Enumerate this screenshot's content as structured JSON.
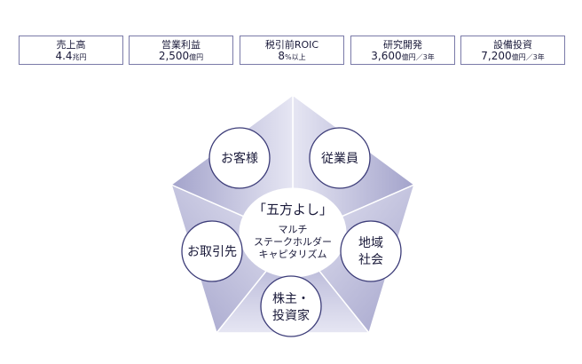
{
  "kpis": [
    {
      "label": "売上高",
      "value": "4.4",
      "unit": "兆円"
    },
    {
      "label": "営業利益",
      "value": "2,500",
      "unit": "億円"
    },
    {
      "label": "税引前ROIC",
      "value": "8",
      "unit": "%以上"
    },
    {
      "label": "研究開発",
      "value": "3,600",
      "unit": "億円／3年"
    },
    {
      "label": "設備投資",
      "value": "7,200",
      "unit": "億円／3年"
    }
  ],
  "center": {
    "title": "「五方よし」",
    "lines": [
      "マルチ",
      "ステークホルダー",
      "キャピタリズム"
    ]
  },
  "stakeholders": {
    "customers": [
      "お客様"
    ],
    "employees": [
      "従業員"
    ],
    "community": [
      "地域",
      "社会"
    ],
    "shareholders": [
      "株主・",
      "投資家"
    ],
    "partners": [
      "お取引先"
    ]
  },
  "colors": {
    "pentagon_light": "#e4e4f2",
    "pentagon_dark": "#a6a6cc",
    "pentagon_mid": "#c2c2de",
    "circle_stroke": "#3c3c78",
    "border": "#7a7aa8"
  }
}
